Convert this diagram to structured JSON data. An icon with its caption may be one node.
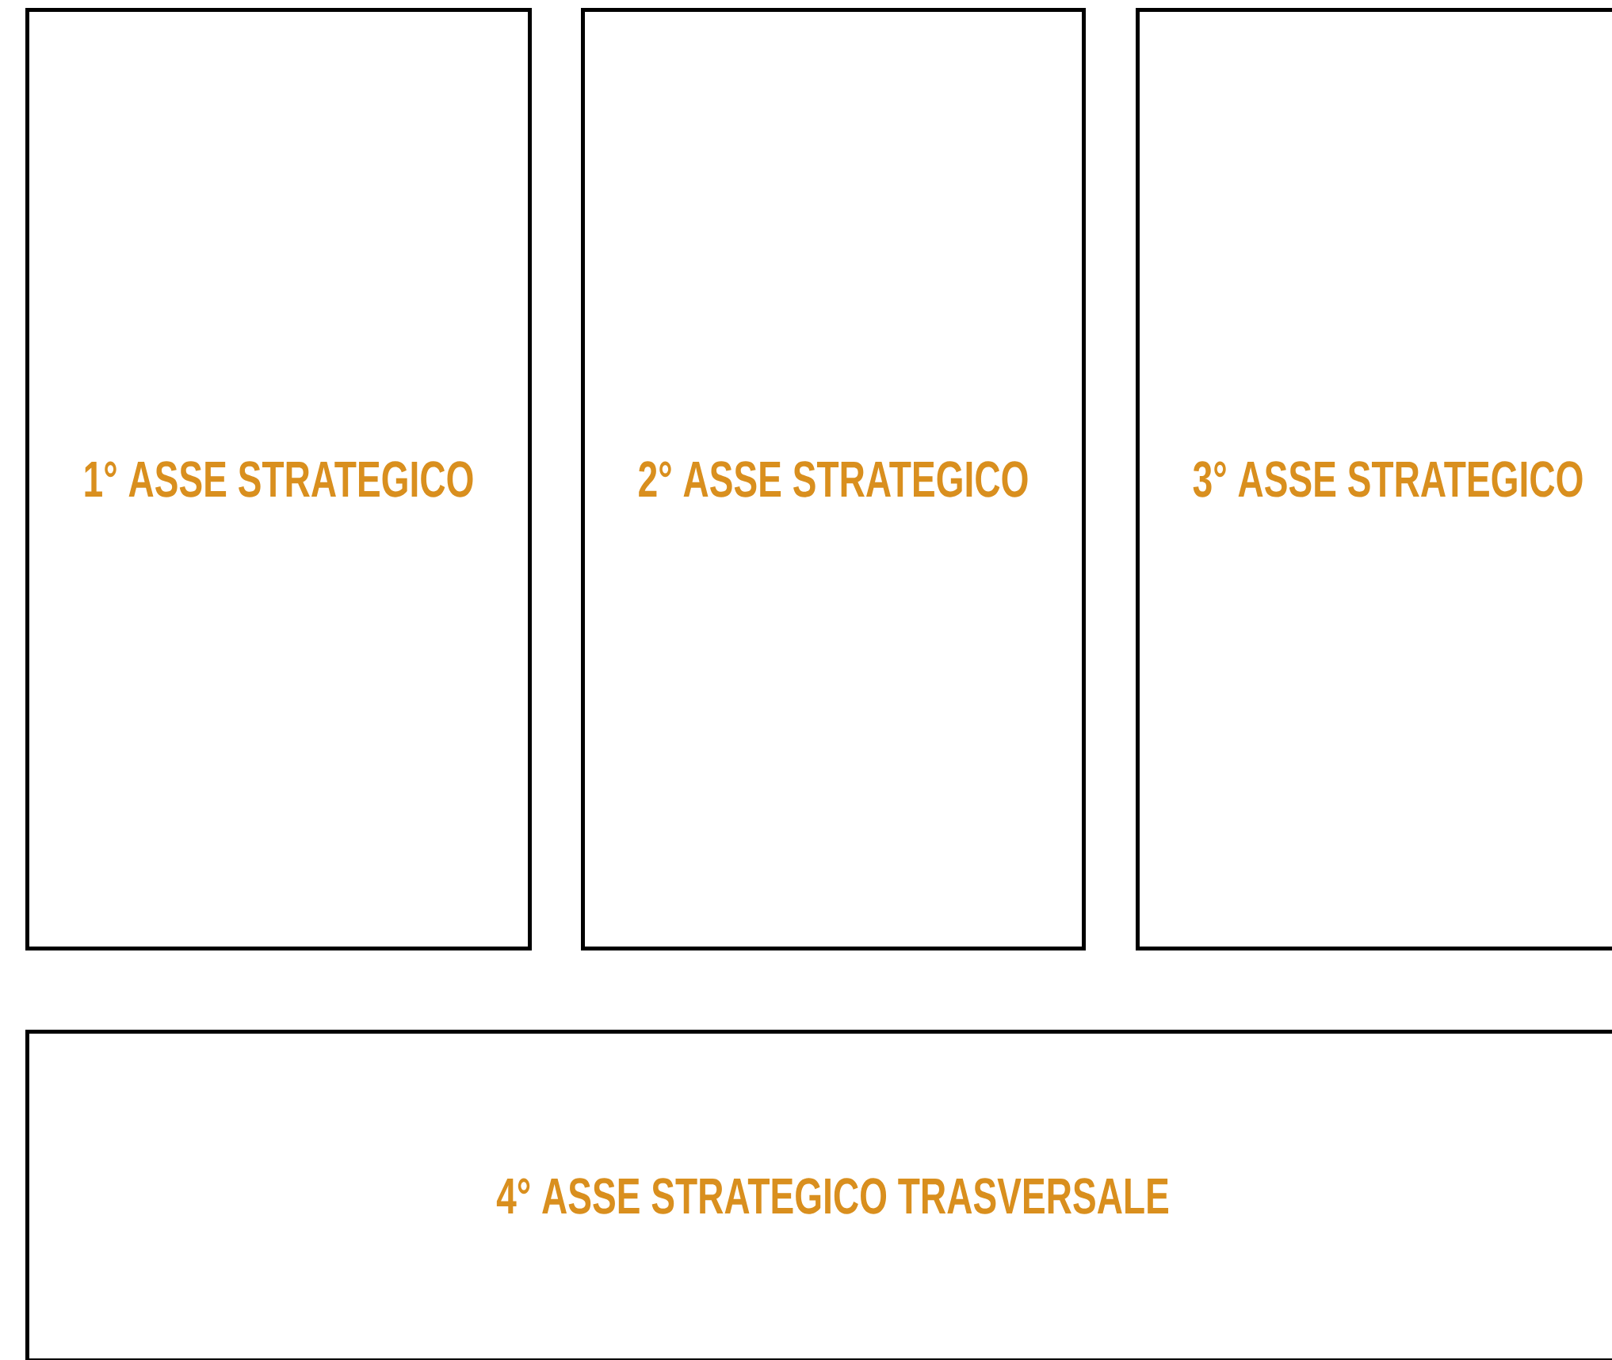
{
  "diagram": {
    "nodes": [
      {
        "text": [
          "1° ASSE STRATEGICO"
        ]
      },
      {
        "text": [
          "2° ASSE STRATEGICO"
        ]
      },
      {
        "text": [
          "3° ASSE STRATEGICO"
        ]
      },
      {
        "text": [
          "4° ASSE STRATEGICO TRASVERSALE"
        ]
      }
    ],
    "edges": []
  }
}
